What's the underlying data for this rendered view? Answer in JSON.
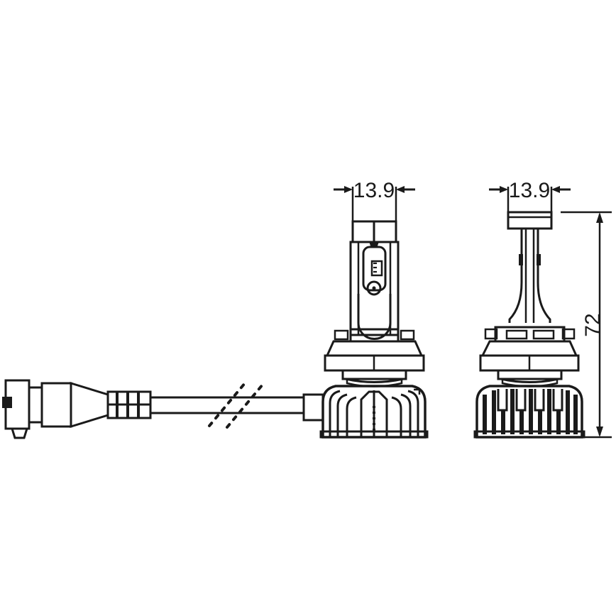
{
  "drawing": {
    "type": "technical-dimension-drawing",
    "subject": "LED headlight bulb pair with driver cable",
    "background_color": "#ffffff",
    "line_color": "#1a1a1a",
    "units": "mm",
    "dimensions": {
      "width_left_label": "13.9",
      "width_right_label": "13.9",
      "height_label": "72"
    },
    "views": [
      {
        "name": "front-view-bulb",
        "label": "left-bulb-front-view",
        "width_dimension": "13.9"
      },
      {
        "name": "side-view-bulb",
        "label": "right-bulb-side-view",
        "width_dimension": "13.9",
        "height_dimension": "72"
      }
    ],
    "components": {
      "connector": "connector-plug",
      "strain_relief": "cable-grommet",
      "cable": "power-cable",
      "break_symbol": "cable-break-lines",
      "heatsink": "finned-heatsink",
      "flange": "mounting-flange-base",
      "led_head": "led-emitter-head",
      "led_chip": "led-chip",
      "screw": "screw-hole"
    }
  }
}
